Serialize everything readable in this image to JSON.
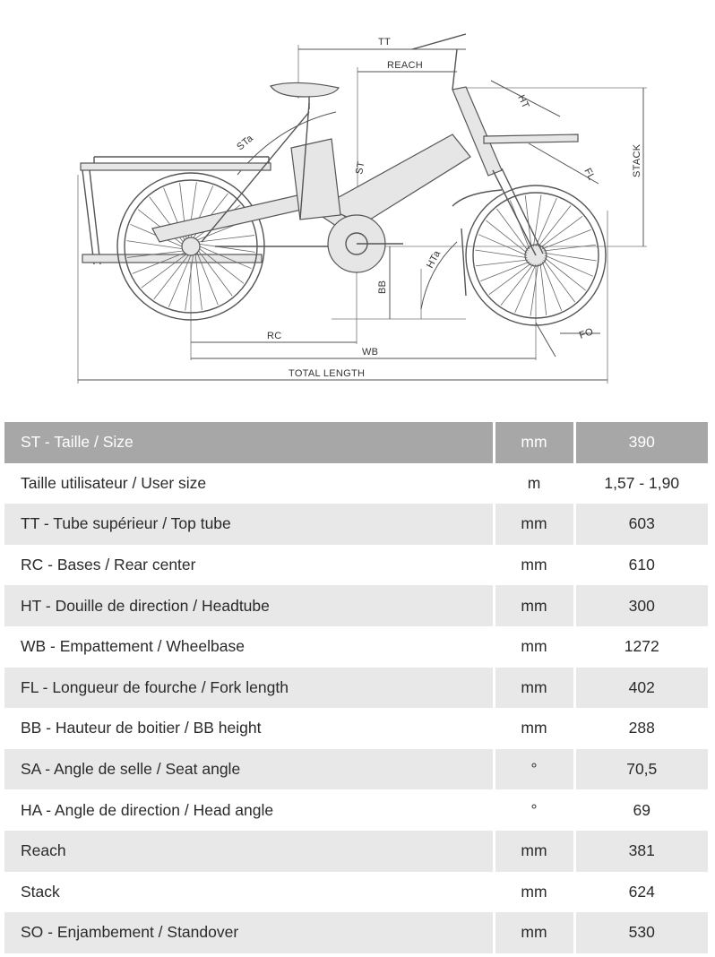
{
  "diagram": {
    "labels": {
      "tt": "TT",
      "reach": "REACH",
      "ht": "HT",
      "stack": "STACK",
      "sta": "STa",
      "st": "ST",
      "fl": "FL",
      "hta": "HTa",
      "bb": "BB",
      "rc": "RC",
      "wb": "WB",
      "fo": "FO",
      "total_length": "TOTAL LENGTH"
    }
  },
  "table": {
    "rows": [
      {
        "label": "ST - Taille / Size",
        "unit": "mm",
        "value": "390"
      },
      {
        "label": "Taille utilisateur / User size",
        "unit": "m",
        "value": "1,57 - 1,90"
      },
      {
        "label": "TT - Tube supérieur / Top tube",
        "unit": "mm",
        "value": "603"
      },
      {
        "label": "RC - Bases / Rear center",
        "unit": "mm",
        "value": "610"
      },
      {
        "label": "HT - Douille de direction / Headtube",
        "unit": "mm",
        "value": "300"
      },
      {
        "label": "WB - Empattement / Wheelbase",
        "unit": "mm",
        "value": "1272"
      },
      {
        "label": "FL - Longueur de fourche / Fork length",
        "unit": "mm",
        "value": "402"
      },
      {
        "label": "BB - Hauteur de boitier / BB height",
        "unit": "mm",
        "value": "288"
      },
      {
        "label": "SA - Angle de selle / Seat angle",
        "unit": "°",
        "value": "70,5"
      },
      {
        "label": "HA - Angle de direction / Head angle",
        "unit": "°",
        "value": "69"
      },
      {
        "label": "Reach",
        "unit": "mm",
        "value": "381"
      },
      {
        "label": "Stack",
        "unit": "mm",
        "value": "624"
      },
      {
        "label": "SO - Enjambement / Standover",
        "unit": "mm",
        "value": "530"
      }
    ]
  }
}
